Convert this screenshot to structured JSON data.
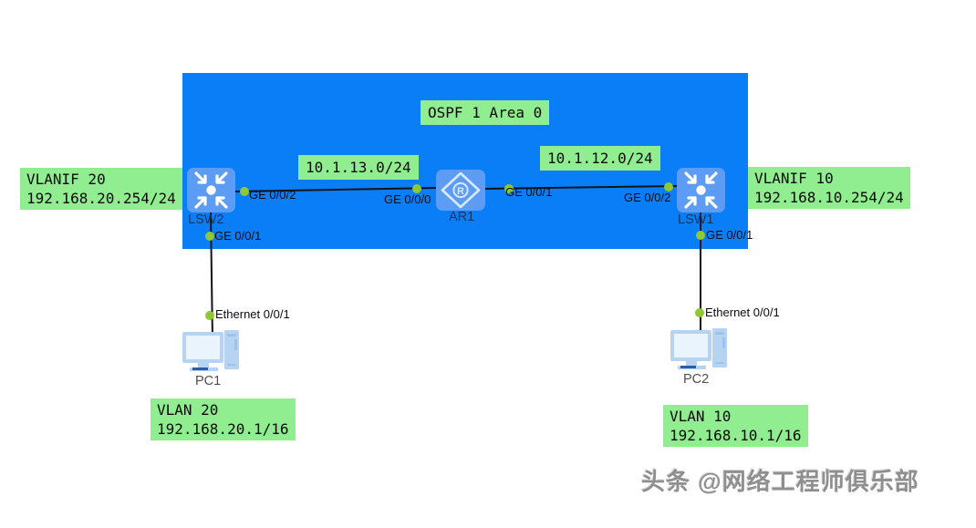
{
  "topology": {
    "area": {
      "label": "OSPF 1 Area 0"
    },
    "devices": {
      "lsw2": "LSW2",
      "ar1": "AR1",
      "lsw1": "LSW1",
      "pc1": "PC1",
      "pc2": "PC2"
    },
    "icons": {
      "router_glyph": "R"
    },
    "links": {
      "lsw2_ar1": {
        "subnet": "10.1.13.0/24",
        "port_a": "GE 0/0/2",
        "port_b": "GE 0/0/0"
      },
      "ar1_lsw1": {
        "subnet": "10.1.12.0/24",
        "port_a": "GE 0/0/1",
        "port_b": "GE 0/0/2"
      },
      "lsw2_pc1": {
        "port_a": "GE 0/0/1",
        "port_b": "Ethernet 0/0/1"
      },
      "lsw1_pc2": {
        "port_a": "GE 0/0/1",
        "port_b": "Ethernet 0/0/1"
      }
    },
    "annotations": {
      "vlanif20": {
        "line1": "VLANIF 20",
        "line2": "192.168.20.254/24"
      },
      "vlanif10": {
        "line1": "VLANIF 10",
        "line2": "192.168.10.254/24"
      },
      "vlan20": {
        "line1": "VLAN 20",
        "line2": "192.168.20.1/16"
      },
      "vlan10": {
        "line1": "VLAN 10",
        "line2": "192.168.10.1/16"
      }
    },
    "colors": {
      "area_fill": "#0a7ef7",
      "label_bg": "#90ee90",
      "port_dot": "#8ec832",
      "link_line": "#141414",
      "device_icon_bg": "#5d9cf4"
    },
    "watermark": "头条 @网络工程师俱乐部"
  }
}
